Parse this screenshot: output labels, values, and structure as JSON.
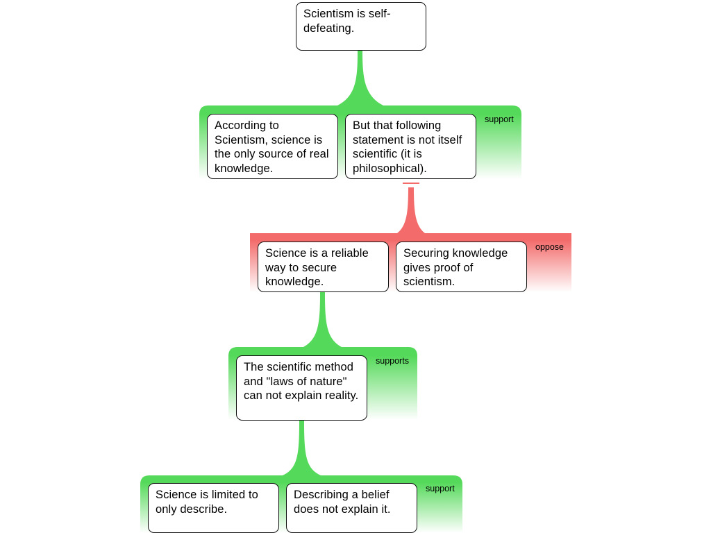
{
  "colors": {
    "support": "#55d95a",
    "support_fade": "#ffffff",
    "oppose": "#f36b6b",
    "oppose_fade": "#ffffff"
  },
  "claim": {
    "text": "Scientism is self-defeating."
  },
  "groups": [
    {
      "label": "support",
      "type": "support",
      "premises": [
        "According to Scientism, science is the only source of real knowledge.",
        "But that following statement is not itself scientific (it is philosophical)."
      ]
    },
    {
      "label": "oppose",
      "type": "oppose",
      "premises": [
        "Science is a reliable way to secure knowledge.",
        "Securing knowledge gives proof of scientism."
      ]
    },
    {
      "label": "supports",
      "type": "support",
      "premises": [
        "The scientific method and \"laws of nature\" can not explain reality."
      ]
    },
    {
      "label": "support",
      "type": "support",
      "premises": [
        "Science is limited to only describe.",
        "Describing a belief does not explain it."
      ]
    }
  ]
}
